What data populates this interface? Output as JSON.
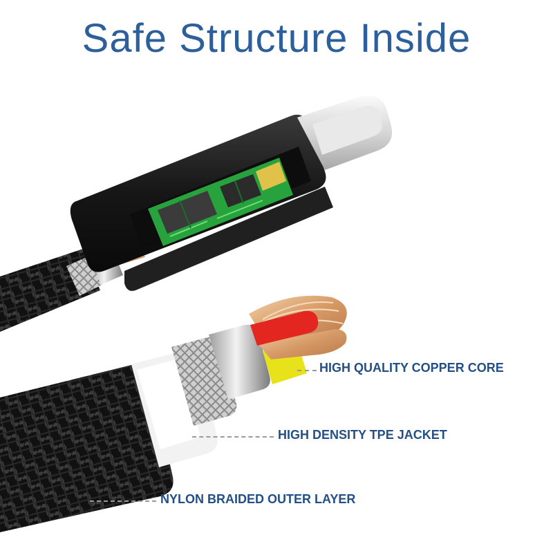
{
  "title": "Safe Structure Inside",
  "callouts": [
    {
      "label": "HIGH QUALITY COPPER CORE"
    },
    {
      "label": "HIGH DENSITY TPE JACKET"
    },
    {
      "label": "NYLON BRAIDED OUTER LAYER"
    }
  ],
  "colors": {
    "title": "#2c5f9b",
    "label": "#234f86",
    "braid": "#1c1c1c",
    "jacket": "#f2f2f2",
    "copper": "#d9a373",
    "red_wire": "#e3261f",
    "yellow_wire": "#e7e21a",
    "pcb": "#27a23c",
    "housing": "#1a1a1a",
    "connector": "#d9d9d9"
  }
}
